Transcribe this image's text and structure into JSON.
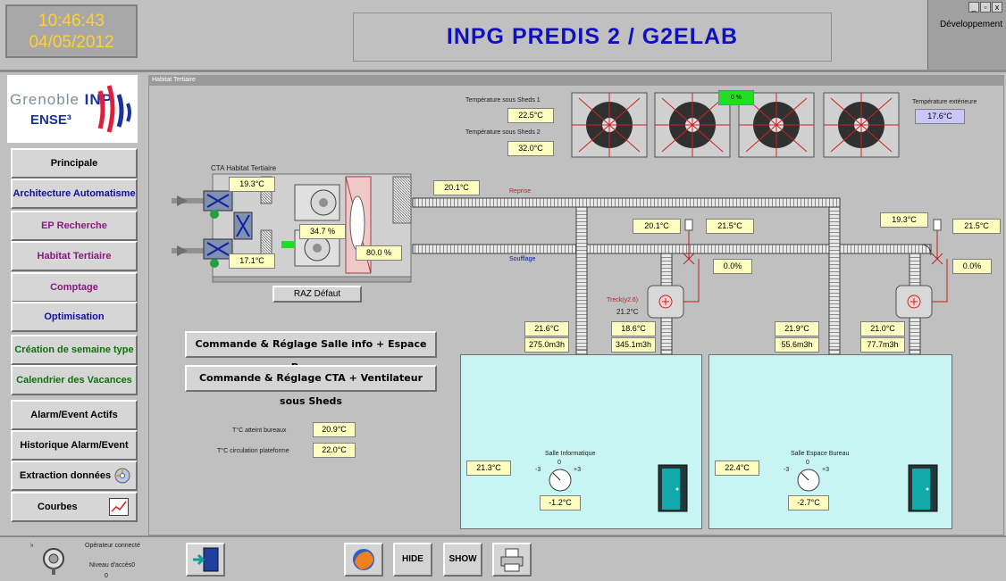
{
  "clock": {
    "time": "10:46:43",
    "date": "04/05/2012"
  },
  "app": {
    "title": "INPG PREDIS 2 / G2ELAB",
    "mode": "Développement"
  },
  "logo": {
    "line1a": "Grenoble ",
    "line1b": "INP",
    "line2": "ENSE³"
  },
  "nav": [
    {
      "label": "Principale"
    },
    {
      "label": "Architecture Automatisme"
    },
    {
      "label": "EP Recherche"
    },
    {
      "label": "Habitat Tertiaire"
    },
    {
      "label": "Comptage"
    },
    {
      "label": "Optimisation"
    },
    {
      "label": "Création de semaine type"
    },
    {
      "label": "Calendrier des Vacances"
    },
    {
      "label": "Alarm/Event Actifs"
    },
    {
      "label": "Historique Alarm/Event"
    },
    {
      "label": "Extraction données"
    },
    {
      "label": "Courbes"
    }
  ],
  "panel": {
    "title": "Habitat Tertiaire",
    "cta_label": "CTA Habitat Tertiaire",
    "temp_sheds1_label": "Température sous Sheds 1",
    "temp_sheds1": "22.5°C",
    "temp_sheds2_label": "Température sous Sheds 2",
    "temp_sheds2": "32.0°C",
    "fan_indicator": "0 %",
    "temp_ext_label": "Température extérieure",
    "temp_ext": "17.6°C",
    "cta_top": "19.3°C",
    "cta_bottom": "17.1°C",
    "cta_humidity": "34.7 %",
    "cta_damper": "80.0 %",
    "duct_reprise": "20.1°C",
    "reprise_label": "Reprise",
    "soufflage_label": "Soufflage",
    "raz": "RAZ Défaut",
    "left_return": "20.1°C",
    "left_supply": "21.5°C",
    "left_valve": "0.0%",
    "right_return": "19.3°C",
    "right_supply": "21.5°C",
    "right_valve": "0.0%",
    "treck_label": "Treck(y2.6)",
    "treck_value": "21.2°C",
    "l_t1": "21.6°C",
    "l_t2": "18.6°C",
    "l_f1": "275.0m3h",
    "l_f2": "345.1m3h",
    "r_t1": "21.9°C",
    "r_t2": "21.0°C",
    "r_f1": "55.6m3h",
    "r_f2": "77.7m3h",
    "btn_cmd1": "Commande & Réglage Salle info + Espace Bureau",
    "btn_cmd2": "Commande & Réglage CTA + Ventilateur sous  Sheds",
    "tc_bureau_label": "T°C atteint bureaux",
    "tc_bureau": "20.9°C",
    "tc_plateforme_label": "T°C circulation plateforme",
    "tc_plateforme": "22.0°C",
    "room1_label": "Salle Informatique",
    "room1_temp": "21.3°C",
    "room1_set": "-1.2°C",
    "room2_label": "Salle Espace Bureau",
    "room2_temp": "22.4°C",
    "room2_set": "-2.7°C",
    "dial_min": "-3",
    "dial_mid": "0",
    "dial_max": "+3"
  },
  "footer": {
    "operator_label": "Opérateur connecté",
    "level_label": "Niveau d'accès0",
    "level_value": "0",
    "hide": "HIDE",
    "show": "SHOW"
  },
  "colors": {
    "title": "#1010c0",
    "clock": "#ffd030",
    "value_bg": "#fdfdc0",
    "room_bg": "#c8f4f4",
    "alarm_green": "#22dd22"
  }
}
